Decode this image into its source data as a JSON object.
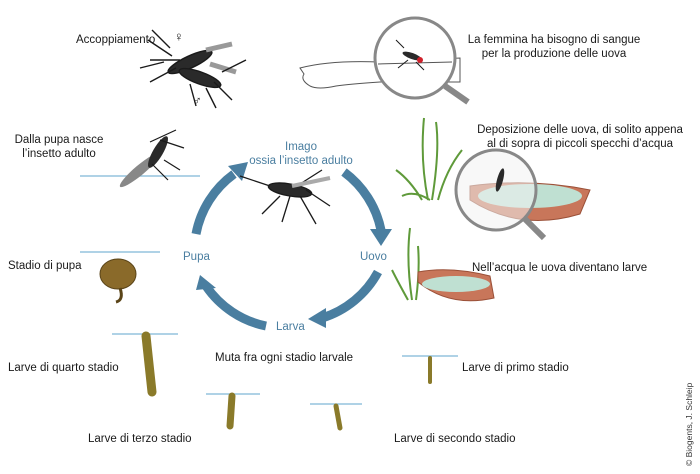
{
  "labels": {
    "accoppiamento": "Accoppiamento",
    "sangue_1": "La femmina ha bisogno di sangue",
    "sangue_2": "per la produzione delle uova",
    "deposizione_1": "Deposizione delle uova, di solito appena",
    "deposizione_2": "al di sopra di piccoli specchi d’acqua",
    "uova_larve": "Nell’acqua le uova diventano larve",
    "primo": "Larve di primo stadio",
    "secondo": "Larve di secondo stadio",
    "terzo": "Larve di terzo stadio",
    "quarto": "Larve di quarto stadio",
    "stadio_pupa": "Stadio di pupa",
    "dalla_pupa_1": "Dalla pupa nasce",
    "dalla_pupa_2": "l’insetto adulto",
    "muta": "Muta fra ogni stadio larvale"
  },
  "cycle": {
    "imago_1": "Imago",
    "imago_2": "ossia l’insetto adulto",
    "uovo": "Uovo",
    "larva": "Larva",
    "pupa": "Pupa"
  },
  "symbols": {
    "female": "♀",
    "male": "♂"
  },
  "credit": "© Biogents, J. Schleip",
  "colors": {
    "arrow": "#4a7ea0",
    "water": "#7fb8d6",
    "larva": "#8a7a2a",
    "bowl": "#c8765a",
    "bowl_water": "#bfe0d2",
    "grass": "#5f9a3a"
  }
}
